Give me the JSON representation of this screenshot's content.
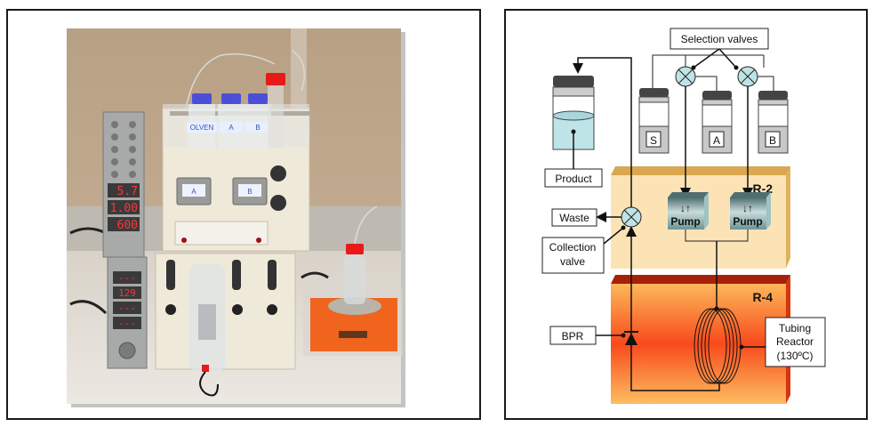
{
  "photo": {
    "description": "Flow chemistry system photograph",
    "reagent_bottle_labels": [
      "OLVEN",
      "A",
      "B"
    ],
    "pump_labels": [
      "A",
      "B"
    ],
    "upper_display_readouts": [
      "5.7",
      "1.00",
      "600"
    ],
    "lower_display_readouts": [
      "---",
      "129",
      "---",
      "---"
    ]
  },
  "diagram": {
    "selection_valves_label": "Selection valves",
    "product_label": "Product",
    "waste_label": "Waste",
    "collection_valve_label_line1": "Collection",
    "collection_valve_label_line2": "valve",
    "bpr_label": "BPR",
    "tubing_reactor_line1": "Tubing",
    "tubing_reactor_line2": "Reactor",
    "tubing_reactor_line3": "(130ºC)",
    "r2_label": "R-2",
    "r4_label": "R-4",
    "pump_labels": [
      "Pump",
      "Pump"
    ],
    "bottle_labels": [
      "S",
      "A",
      "B"
    ],
    "colors": {
      "r2_fill": "#fce3b6",
      "r2_side": "#e0b060",
      "r4_fill_center": "#f84a1c",
      "r4_fill_edge": "#fdb85a",
      "r4_side": "#d4360e",
      "valve_fill": "#bfe3e6",
      "liquid_fill": "#bfe4e8",
      "pump_fill": "#7fa6a8"
    }
  }
}
